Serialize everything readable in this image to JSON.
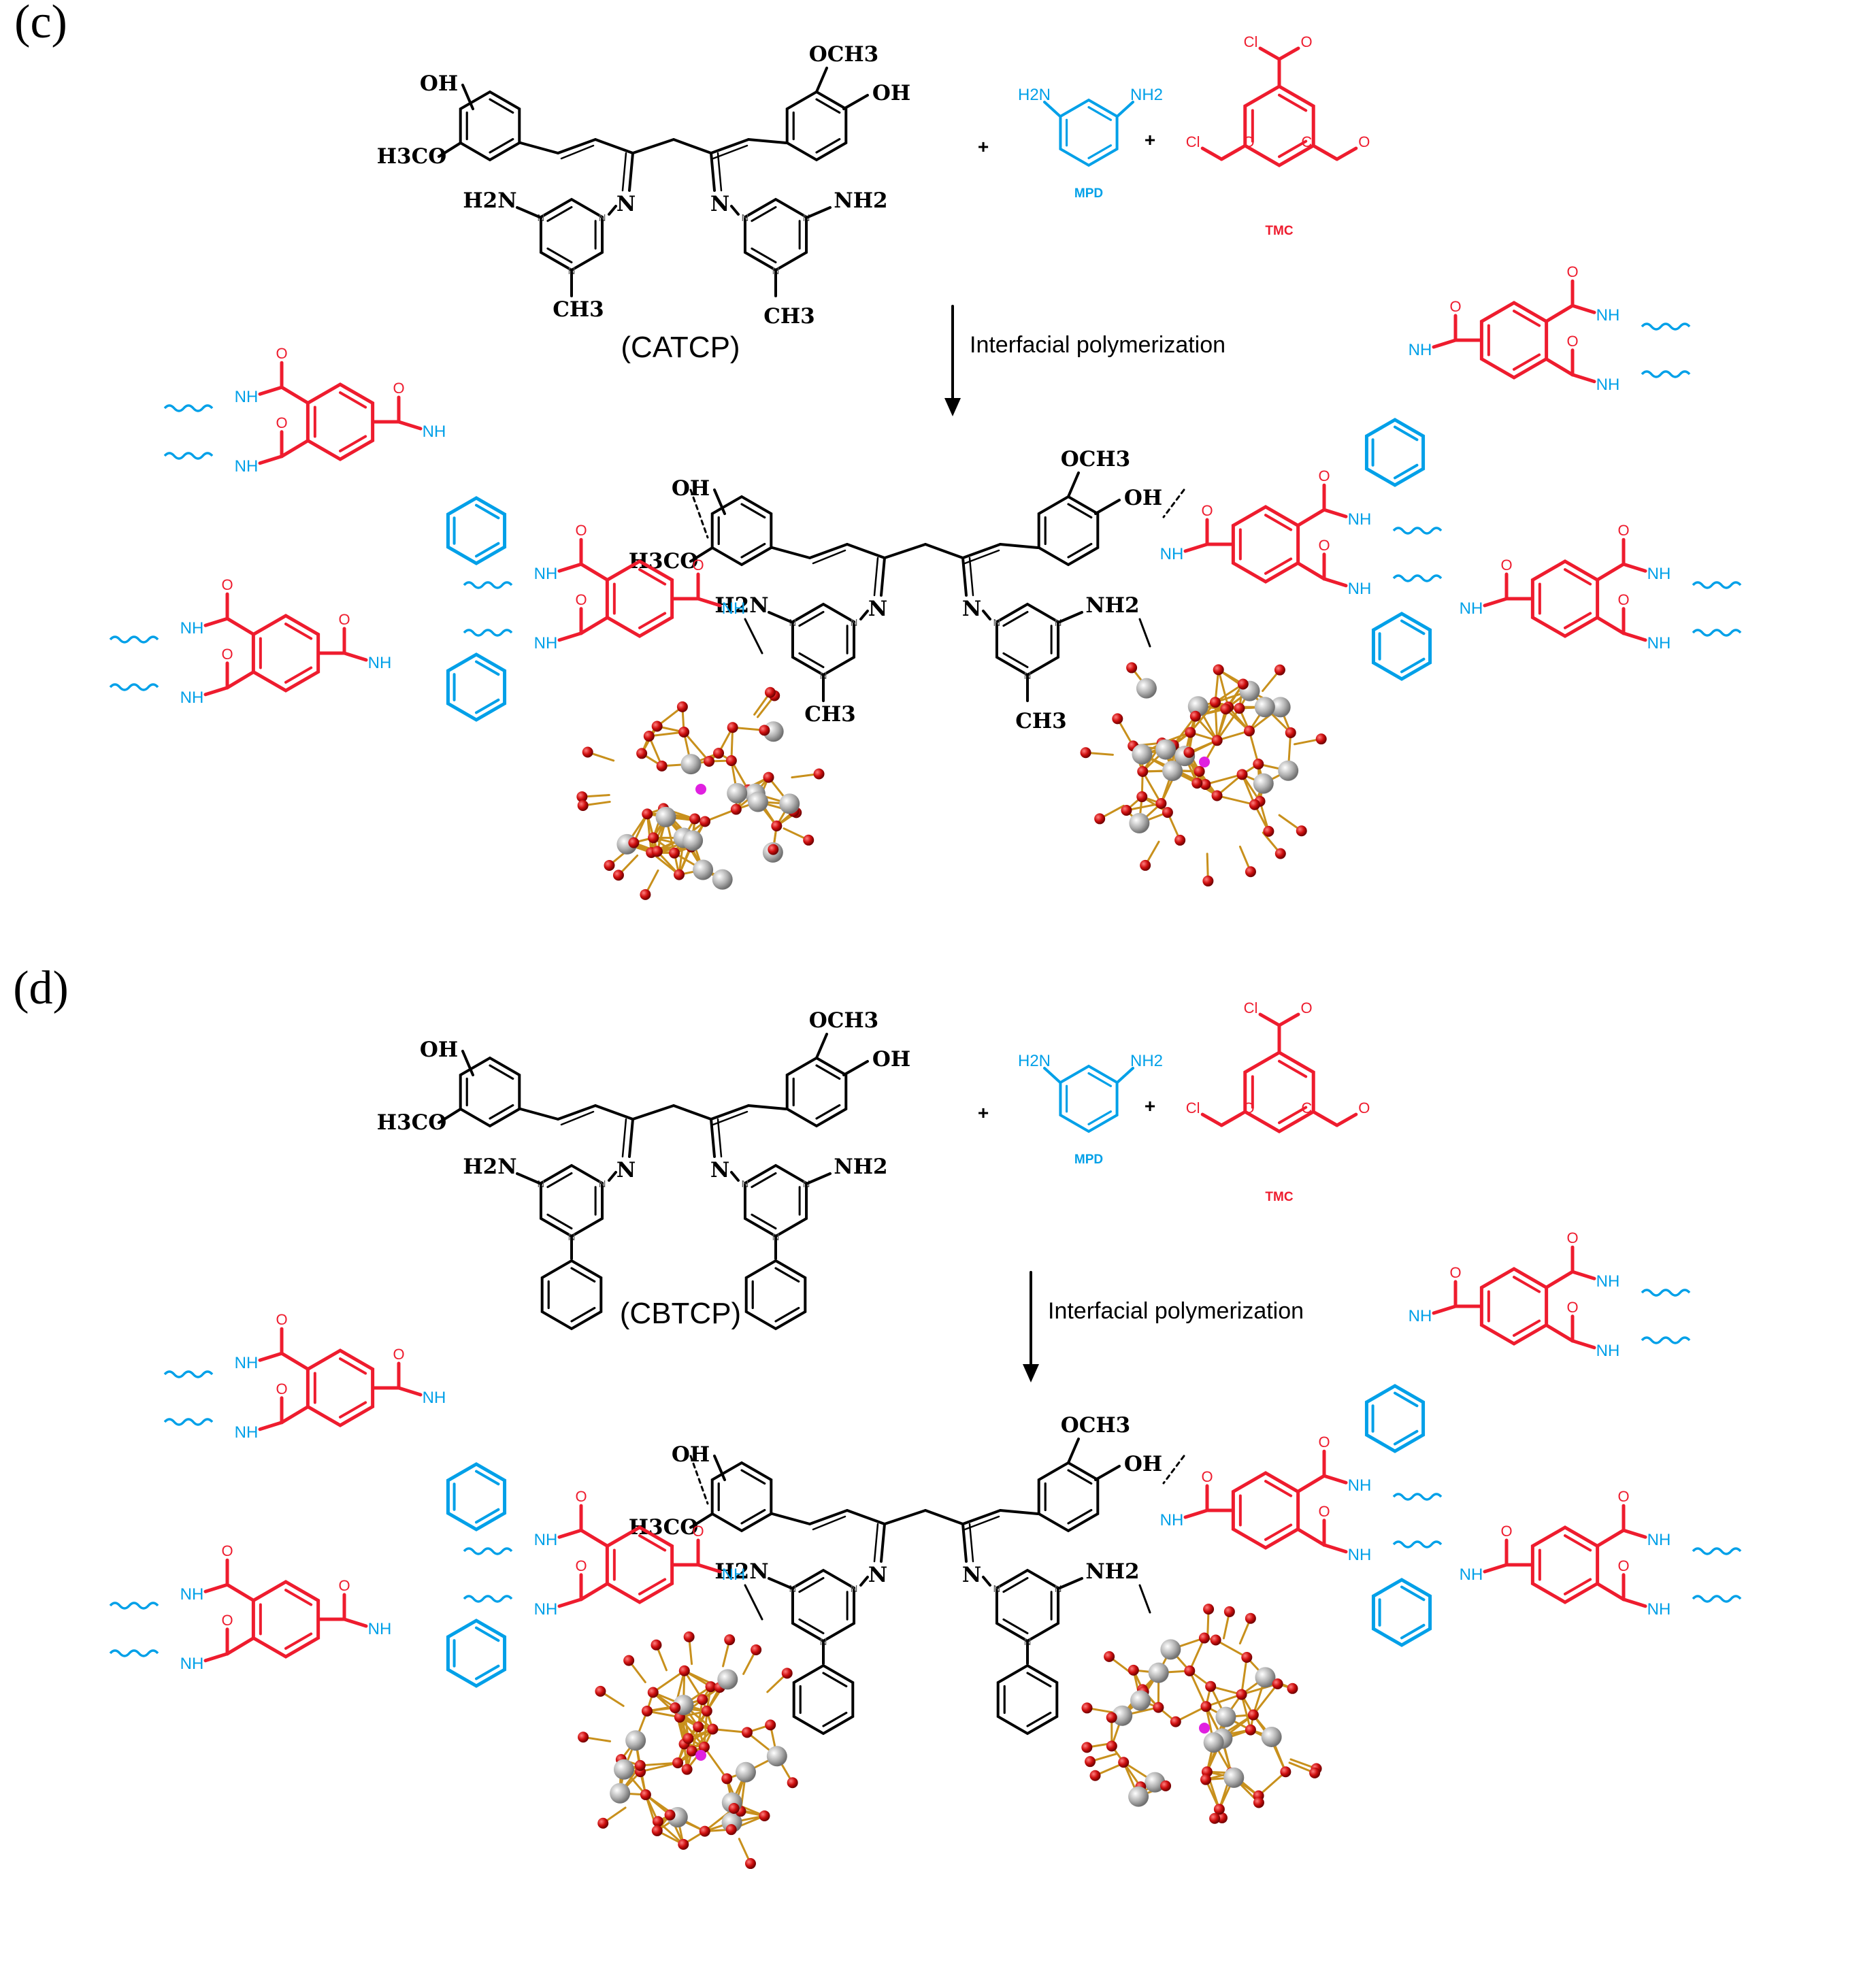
{
  "panels": [
    {
      "label": "(c)",
      "monomer_name": "(CATCP)",
      "substituent": "CH3",
      "arrow_label": "Interfacial polymerization",
      "reagents": {
        "amine": "MPD",
        "acyl_chloride": "TMC",
        "plus": "+"
      },
      "groups": {
        "OH": "OH",
        "OCH3": "OCH3",
        "H3CO": "H3CO",
        "NH2": "NH2",
        "H2N": "H2N",
        "N": "N",
        "NH": "NH",
        "O": "O",
        "Cl": "Cl",
        "H2N_small": "H2N",
        "NH2_small": "NH2"
      }
    },
    {
      "label": "(d)",
      "monomer_name": "(CBTCP)",
      "substituent": "phenyl",
      "arrow_label": "Interfacial polymerization",
      "reagents": {
        "amine": "MPD",
        "acyl_chloride": "TMC",
        "plus": "+"
      },
      "groups": {
        "OH": "OH",
        "OCH3": "OCH3",
        "H3CO": "H3CO",
        "NH2": "NH2",
        "H2N": "H2N",
        "N": "N",
        "NH": "NH",
        "O": "O",
        "Cl": "Cl",
        "H2N_small": "H2N",
        "NH2_small": "NH2"
      }
    }
  ],
  "colors": {
    "monomer": "#000000",
    "amine": "#00a0e8",
    "acyl_chloride": "#ee1c2e",
    "cluster_bond": "#c8901c",
    "cluster_oxygen": "#c00000",
    "cluster_metal": "#a8a8a8",
    "cluster_center": "#e020e0"
  },
  "icons": {
    "cluster": "polyoxometalate-cluster-icon",
    "arrow": "down-arrow-icon"
  }
}
